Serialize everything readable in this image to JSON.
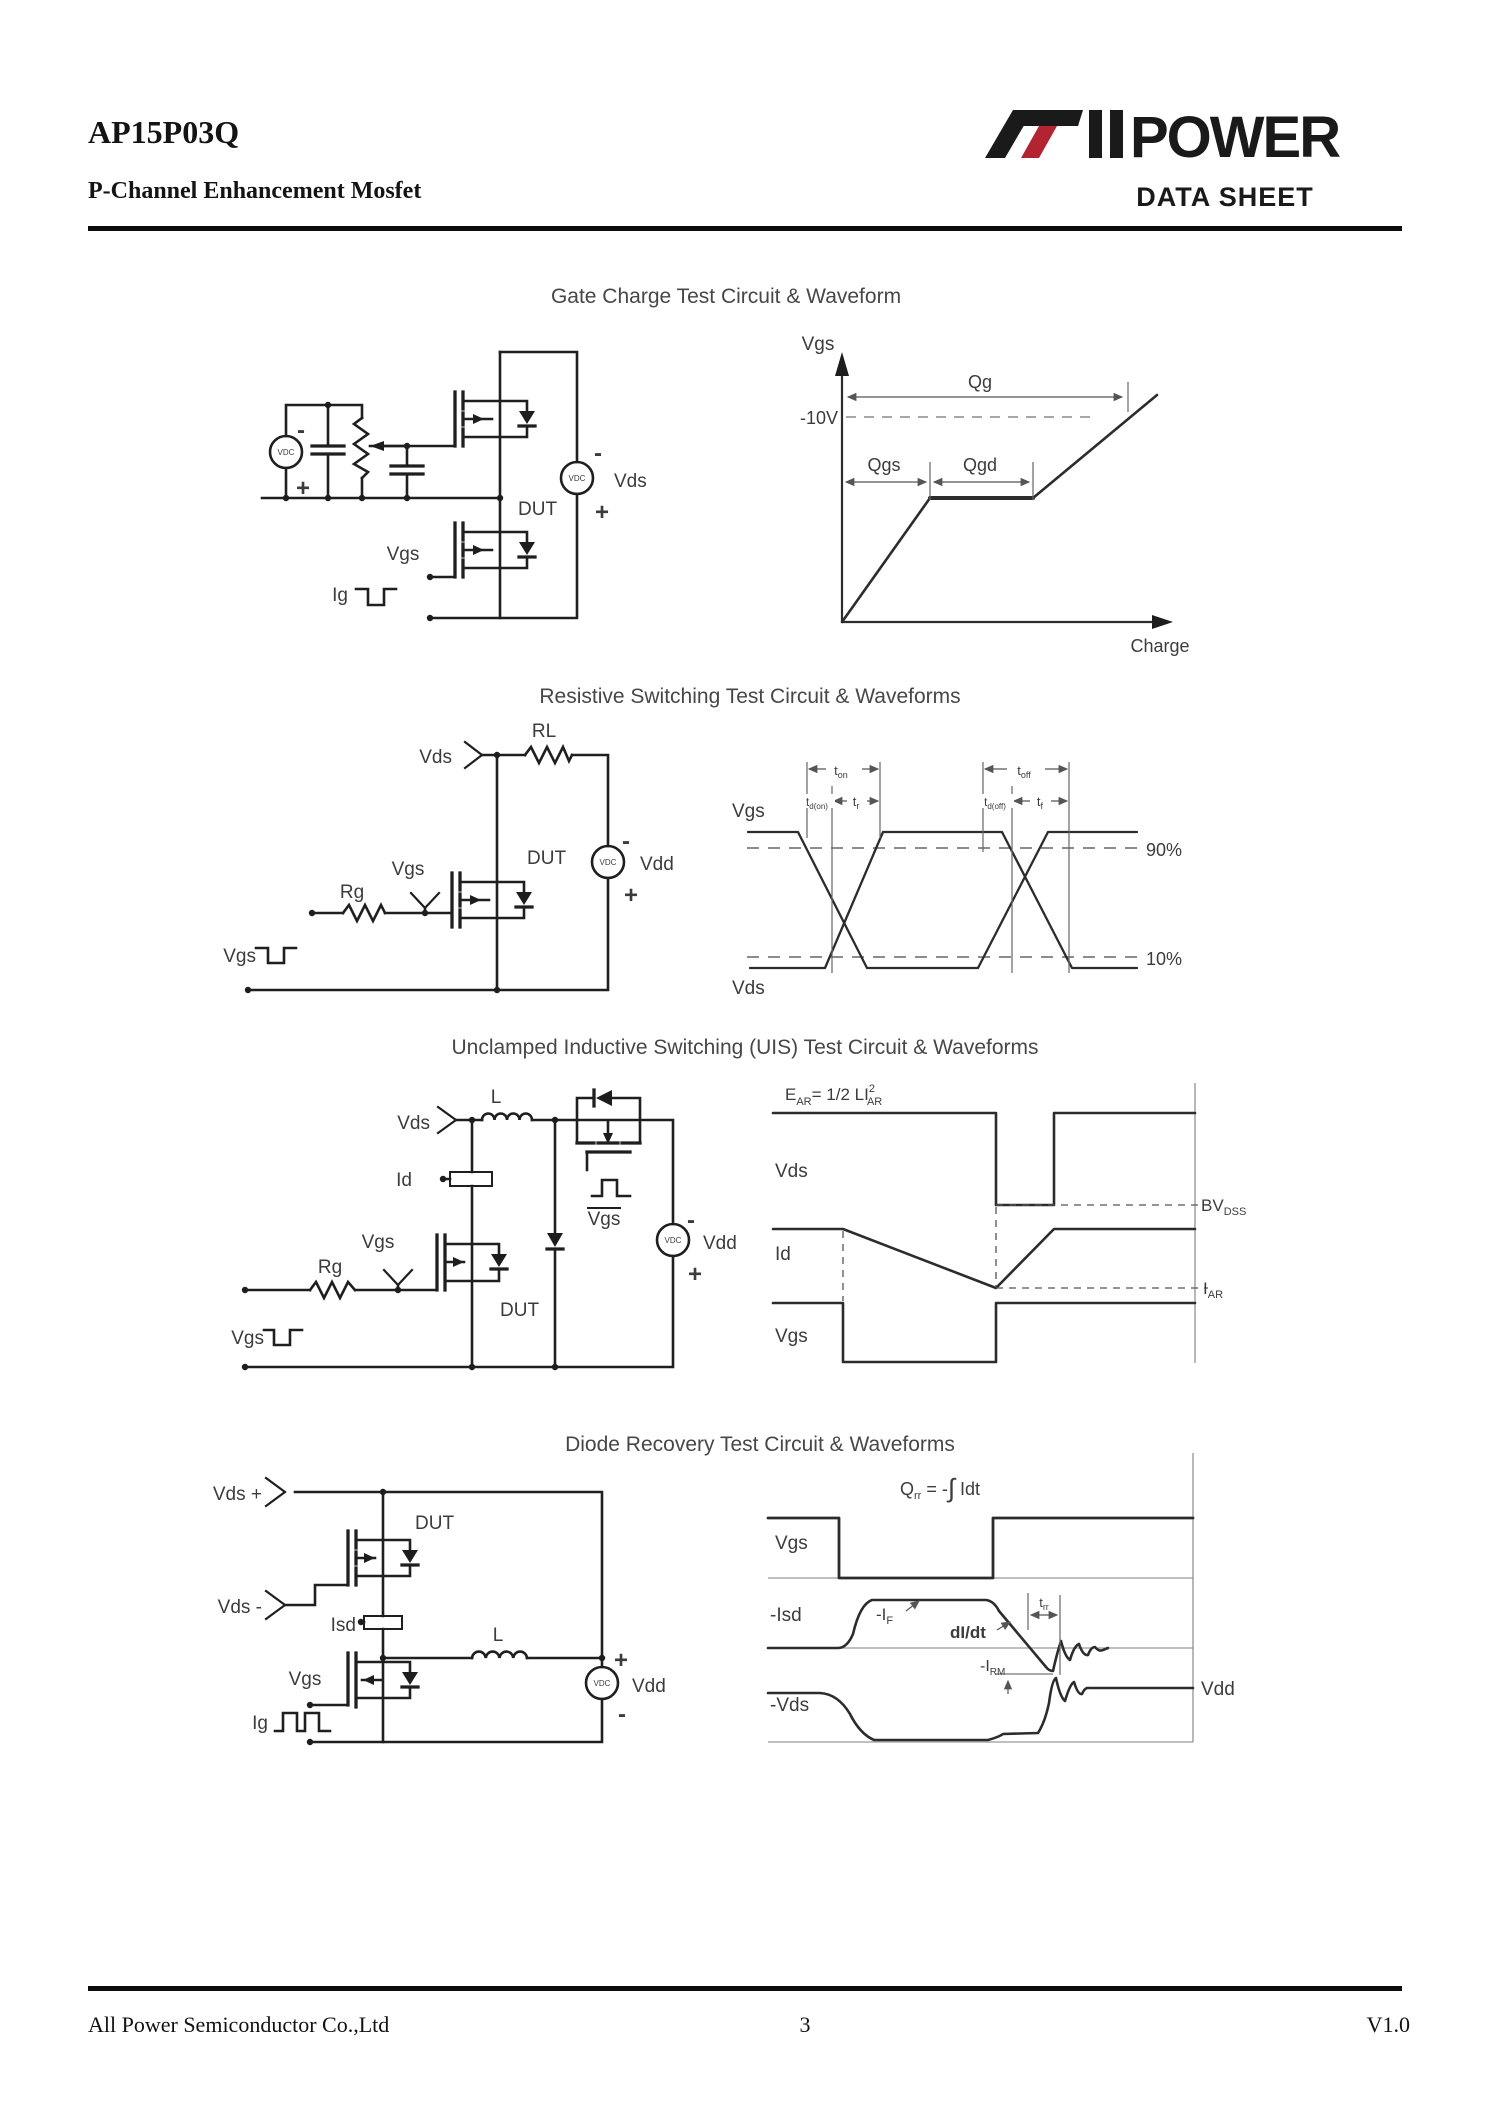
{
  "header": {
    "part": "AP15P03Q",
    "subtitle": "P-Channel Enhancement Mosfet",
    "logo_power": "POWER",
    "datasheet": "DATA SHEET"
  },
  "footer": {
    "company": "All Power Semiconductor Co.,Ltd",
    "page": "3",
    "version": "V1.0"
  },
  "colors": {
    "accent_red": "#b32433",
    "ink": "#1f1f1f"
  },
  "p1": {
    "title": "Gate Charge Test Circuit & Waveform",
    "c": {
      "vdc": "VDC",
      "minus": "-",
      "plus": "+",
      "vgs": "Vgs",
      "ig": "Ig",
      "dut": "DUT",
      "vdc2": "VDC",
      "minus2": "-",
      "vds": "Vds",
      "plus2": "+"
    },
    "w": {
      "yaxis": "Vgs",
      "qg": "Qg",
      "v10": "-10V",
      "qgs": "Qgs",
      "qgd": "Qgd",
      "xaxis": "Charge"
    }
  },
  "p2": {
    "title": "Resistive Switching Test Circuit & Waveforms",
    "c": {
      "rl": "RL",
      "vds": "Vds",
      "dut": "DUT",
      "vdc": "VDC",
      "minus": "-",
      "vdd": "Vdd",
      "plus": "+",
      "vgs": "Vgs",
      "rg": "Rg",
      "vgs_pulse": "Vgs"
    },
    "w": {
      "vgs": "Vgs",
      "vds": "Vds",
      "p90": "90%",
      "p10": "10%",
      "ton_m": "t",
      "ton_s": "on",
      "tdon_m": "t",
      "tdon_s": "d(on)",
      "tr_m": "t",
      "tr_s": "r",
      "toff_m": "t",
      "toff_s": "off",
      "tdoff_m": "t",
      "tdoff_s": "d(off)",
      "tf_m": "t",
      "tf_s": "f"
    }
  },
  "p3": {
    "title": "Unclamped Inductive Switching (UIS) Test Circuit & Waveforms",
    "c": {
      "l": "L",
      "vds": "Vds",
      "id": "Id",
      "vgs_bar": "Vgs",
      "rg": "Rg",
      "vgs": "Vgs",
      "dut": "DUT",
      "vgs_pulse": "Vgs",
      "vdc": "VDC",
      "minus": "-",
      "vdd": "Vdd",
      "plus": "+"
    },
    "w": {
      "e_m": "E",
      "e_s": "AR",
      "e_mid": "= 1/2 LI",
      "e_sup": "2",
      "e_sub": "AR",
      "vds": "Vds",
      "id": "Id",
      "vgs": "Vgs",
      "bv_m": "BV",
      "bv_s": "DSS",
      "iar_m": "I",
      "iar_s": "AR"
    }
  },
  "p4": {
    "title": "Diode Recovery Test Circuit & Waveforms",
    "c": {
      "vds_p": "Vds +",
      "dut": "DUT",
      "vds_m": "Vds -",
      "isd": "Isd",
      "l": "L",
      "vgs": "Vgs",
      "ig": "Ig",
      "vdc": "VDC",
      "plus": "+",
      "vdd": "Vdd",
      "minus": "-"
    },
    "w": {
      "q_m": "Q",
      "q_s": "rr",
      "q_eq": " = -",
      "q_int": "∫",
      "q_end": " Idt",
      "vgs": "Vgs",
      "isd": "-Isd",
      "if_m": "-I",
      "if_s": "F",
      "didt": "dI/dt",
      "trr_m": "t",
      "trr_s": "rr",
      "irm_m": "-I",
      "irm_s": "RM",
      "vds": "-Vds",
      "vdd": "Vdd"
    }
  }
}
